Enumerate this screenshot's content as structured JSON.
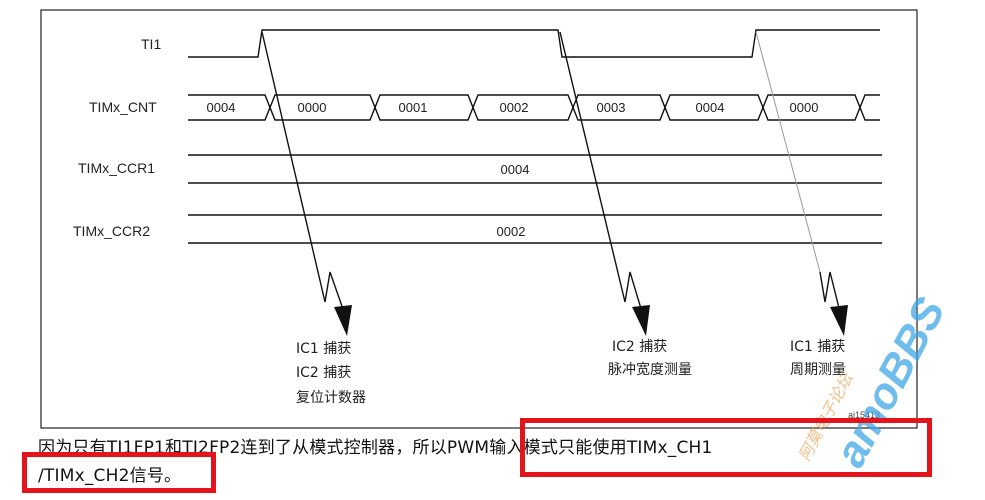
{
  "signals": {
    "ti1": "TI1",
    "cnt": "TIMx_CNT",
    "ccr1": "TIMx_CCR1",
    "ccr2": "TIMx_CCR2"
  },
  "cnt_values": [
    "0004",
    "0000",
    "0001",
    "0002",
    "0003",
    "0004",
    "0000"
  ],
  "ccr1_value": "0004",
  "ccr2_value": "0002",
  "captures": {
    "c1_line1": "IC1 捕获",
    "c1_line2": "IC2 捕获",
    "c1_line3": "复位计数器",
    "c2_line1": "IC2 捕获",
    "c2_line2": "脉冲宽度测量",
    "c3_line1": "IC1 捕获",
    "c3_line2": "周期测量"
  },
  "figure_id": "ai15413",
  "caption": {
    "line1": "因为只有TI1FP1和TI2FP2连到了从模式控制器，所以PWM输入模式只能使用TIMx_CH1",
    "line2": "/TIMx_CH2信号。"
  },
  "watermark": {
    "brand": "amoBBS",
    "cn": "阿莫电子论坛"
  },
  "colors": {
    "highlight": "#e3141b",
    "watermark_blue": "#3fa7e8",
    "watermark_orange": "#f0a35a"
  }
}
